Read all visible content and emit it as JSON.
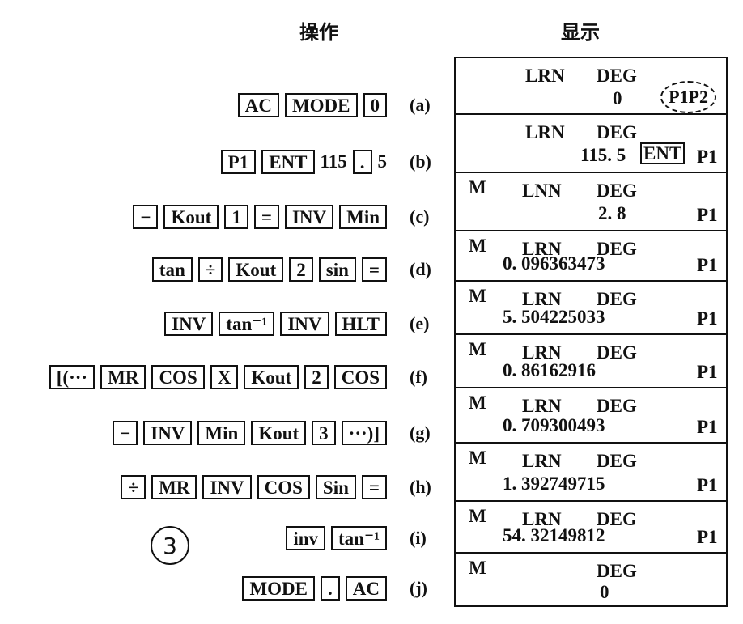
{
  "headers": {
    "ops": "操作",
    "display": "显示"
  },
  "circled": "3",
  "rows": [
    {
      "label": "(a)",
      "ops": [
        {
          "t": "AC",
          "k": true
        },
        {
          "t": "MODE",
          "k": true
        },
        {
          "t": "0",
          "k": true
        }
      ],
      "disp": {
        "m": "",
        "ln": "LRN",
        "deg": "DEG",
        "val": "0",
        "p": "P1P2",
        "annot": true
      }
    },
    {
      "label": "(b)",
      "ops": [
        {
          "t": "P1",
          "k": true
        },
        {
          "t": "ENT",
          "k": true
        },
        {
          "t": "115",
          "k": false
        },
        {
          "t": ".",
          "k": true
        },
        {
          "t": "5",
          "k": false
        }
      ],
      "disp": {
        "m": "",
        "ln": "LRN",
        "deg": "DEG",
        "val": "115. 5",
        "ent": "ENT",
        "p": "P1"
      }
    },
    {
      "label": "(c)",
      "ops": [
        {
          "t": "−",
          "k": true
        },
        {
          "t": "Kout",
          "k": true
        },
        {
          "t": "1",
          "k": true
        },
        {
          "t": "=",
          "k": true
        },
        {
          "t": "INV",
          "k": true
        },
        {
          "t": "Min",
          "k": true
        }
      ],
      "disp": {
        "m": "M",
        "ln": "LNN",
        "deg": "DEG",
        "val": "2. 8",
        "p": "P1"
      }
    },
    {
      "label": "(d)",
      "ops": [
        {
          "t": "tan",
          "k": true
        },
        {
          "t": "÷",
          "k": true
        },
        {
          "t": "Kout",
          "k": true
        },
        {
          "t": "2",
          "k": true
        },
        {
          "t": "sin",
          "k": true
        },
        {
          "t": "=",
          "k": true
        }
      ],
      "disp": {
        "m": "M",
        "ln": "LRN",
        "deg": "DEG",
        "val": "0. 096363473",
        "p": "P1"
      }
    },
    {
      "label": "(e)",
      "ops": [
        {
          "t": "INV",
          "k": true
        },
        {
          "t": "tan⁻¹",
          "k": true
        },
        {
          "t": "INV",
          "k": true
        },
        {
          "t": "HLT",
          "k": true
        }
      ],
      "disp": {
        "m": "M",
        "ln": "LRN",
        "deg": "DEG",
        "val": "5. 504225033",
        "p": "P1"
      }
    },
    {
      "label": "(f)",
      "ops": [
        {
          "t": "[(···",
          "k": true
        },
        {
          "t": "MR",
          "k": true
        },
        {
          "t": "COS",
          "k": true
        },
        {
          "t": "X",
          "k": true
        },
        {
          "t": "Kout",
          "k": true
        },
        {
          "t": "2",
          "k": true
        },
        {
          "t": "COS",
          "k": true
        }
      ],
      "disp": {
        "m": "M",
        "ln": "LRN",
        "deg": "DEG",
        "val": "0. 86162916",
        "p": "P1"
      }
    },
    {
      "label": "(g)",
      "ops": [
        {
          "t": "−",
          "k": true
        },
        {
          "t": "INV",
          "k": true
        },
        {
          "t": "Min",
          "k": true
        },
        {
          "t": "Kout",
          "k": true
        },
        {
          "t": "3",
          "k": true
        },
        {
          "t": "···)]",
          "k": true
        }
      ],
      "disp": {
        "m": "M",
        "ln": "LRN",
        "deg": "DEG",
        "val": "0. 709300493",
        "p": "P1"
      }
    },
    {
      "label": "(h)",
      "ops": [
        {
          "t": "÷",
          "k": true
        },
        {
          "t": "MR",
          "k": true
        },
        {
          "t": "INV",
          "k": true
        },
        {
          "t": "COS",
          "k": true
        },
        {
          "t": "Sin",
          "k": true
        },
        {
          "t": "=",
          "k": true
        }
      ],
      "disp": {
        "m": "M",
        "ln": "LRN",
        "deg": "DEG",
        "val": "1. 392749715",
        "p": "P1"
      }
    },
    {
      "label": "(i)",
      "ops": [
        {
          "t": "inv",
          "k": true
        },
        {
          "t": "tan⁻¹",
          "k": true
        }
      ],
      "disp": {
        "m": "M",
        "ln": "LRN",
        "deg": "DEG",
        "val": "54. 32149812",
        "p": "P1"
      }
    },
    {
      "label": "(j)",
      "ops": [
        {
          "t": "MODE",
          "k": true
        },
        {
          "t": ".",
          "k": true
        },
        {
          "t": "AC",
          "k": true
        }
      ],
      "disp": {
        "m": "M",
        "ln": "",
        "deg": "DEG",
        "val": "0",
        "p": ""
      }
    }
  ]
}
